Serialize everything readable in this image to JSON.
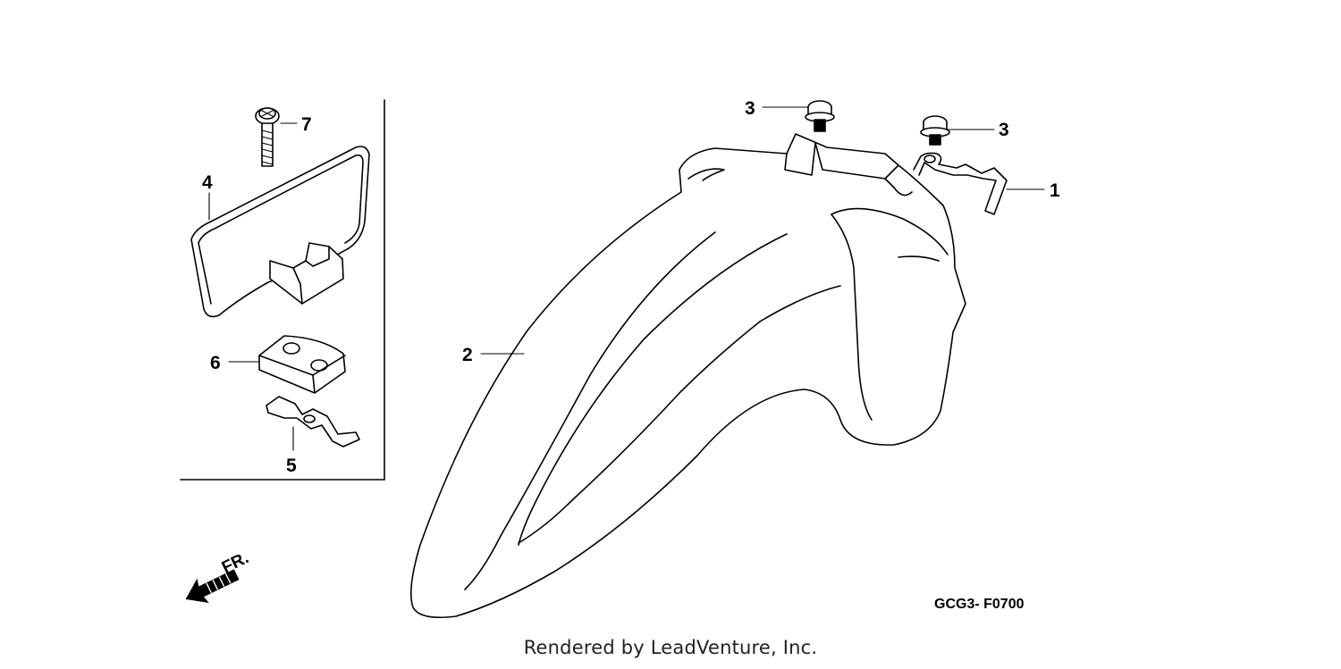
{
  "callouts": {
    "c1": "1",
    "c2": "2",
    "c3a": "3",
    "c3b": "3",
    "c4": "4",
    "c5": "5",
    "c6": "6",
    "c7": "7"
  },
  "direction_label": "FR.",
  "drawing_code": "GCG3- F0700",
  "credit": "Rendered by LeadVenture, Inc."
}
